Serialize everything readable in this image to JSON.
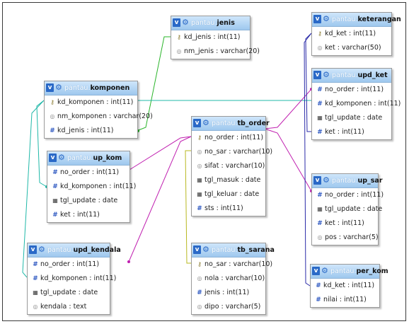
{
  "db": "pantau.",
  "tables": {
    "jenis": {
      "name": "jenis",
      "cols": [
        {
          "icon": "key",
          "text": "kd_jenis : int(11)"
        },
        {
          "icon": "txt",
          "text": "nm_jenis : varchar(20)"
        }
      ]
    },
    "keterangan": {
      "name": "keterangan",
      "cols": [
        {
          "icon": "key",
          "text": "kd_ket : int(11)"
        },
        {
          "icon": "txt",
          "text": "ket : varchar(50)"
        }
      ]
    },
    "komponen": {
      "name": "komponen",
      "cols": [
        {
          "icon": "key",
          "text": "kd_komponen : int(11)"
        },
        {
          "icon": "txt",
          "text": "nm_komponen : varchar(20)"
        },
        {
          "icon": "num",
          "text": "kd_jenis : int(11)"
        }
      ]
    },
    "upd_ket": {
      "name": "upd_ket",
      "cols": [
        {
          "icon": "num",
          "text": "no_order : int(11)"
        },
        {
          "icon": "num",
          "text": "kd_komponen : int(11)"
        },
        {
          "icon": "cal",
          "text": "tgl_update : date"
        },
        {
          "icon": "num",
          "text": "ket : int(11)"
        }
      ]
    },
    "tb_order": {
      "name": "tb_order",
      "cols": [
        {
          "icon": "key",
          "text": "no_order : int(11)"
        },
        {
          "icon": "txt",
          "text": "no_sar : varchar(10)"
        },
        {
          "icon": "txt",
          "text": "sifat : varchar(10)"
        },
        {
          "icon": "cal",
          "text": "tgl_masuk : date"
        },
        {
          "icon": "cal",
          "text": "tgl_keluar : date"
        },
        {
          "icon": "num",
          "text": "sts : int(11)"
        }
      ]
    },
    "up_kom": {
      "name": "up_kom",
      "cols": [
        {
          "icon": "num",
          "text": "no_order : int(11)"
        },
        {
          "icon": "num",
          "text": "kd_komponen : int(11)"
        },
        {
          "icon": "cal",
          "text": "tgl_update : date"
        },
        {
          "icon": "num",
          "text": "ket : int(11)"
        }
      ]
    },
    "up_sar": {
      "name": "up_sar",
      "cols": [
        {
          "icon": "num",
          "text": "no_order : int(11)"
        },
        {
          "icon": "cal",
          "text": "tgl_update : date"
        },
        {
          "icon": "num",
          "text": "ket : int(11)"
        },
        {
          "icon": "txt",
          "text": "pos : varchar(5)"
        }
      ]
    },
    "upd_kendala": {
      "name": "upd_kendala",
      "cols": [
        {
          "icon": "num",
          "text": "no_order : int(11)"
        },
        {
          "icon": "num",
          "text": "kd_komponen : int(11)"
        },
        {
          "icon": "cal",
          "text": "tgl_update : date"
        },
        {
          "icon": "txt",
          "text": "kendala : text"
        }
      ]
    },
    "tb_sarana": {
      "name": "tb_sarana",
      "cols": [
        {
          "icon": "key",
          "text": "no_sar : varchar(10)"
        },
        {
          "icon": "txt",
          "text": "nola : varchar(10)"
        },
        {
          "icon": "num",
          "text": "jenis : int(11)"
        },
        {
          "icon": "txt",
          "text": "dipo : varchar(5)"
        }
      ]
    },
    "per_kom": {
      "name": "per_kom",
      "cols": [
        {
          "icon": "num",
          "text": "kd_ket : int(11)"
        },
        {
          "icon": "num",
          "text": "nilai : int(11)"
        }
      ]
    }
  },
  "colors": {
    "green": "#2ab52a",
    "teal": "#20b8a8",
    "magenta": "#c020b0",
    "olive": "#b8b820",
    "navy": "#2a2aa8",
    "header": "#a9cff2"
  }
}
